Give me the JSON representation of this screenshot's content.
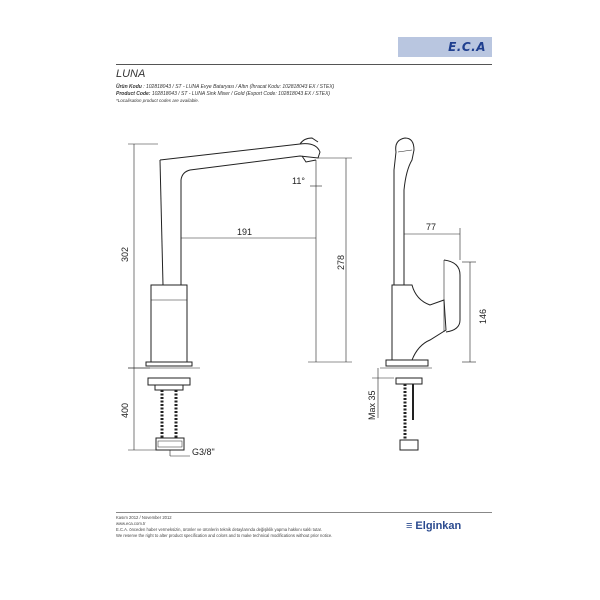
{
  "header": {
    "logo_text": "E.C.A",
    "product_name": "LUNA"
  },
  "product_info": {
    "line1_label": "Ürün Kodu",
    "line1_value": ": 102818043 / ST - LUNA Evye Bataryası / Altın (İhracat Kodu: 102818043 EX / STEX)",
    "line2_label": "Product Code:",
    "line2_value": "102818043 / ST - LUNA Sink Mixer / Gold (Export Code: 102818043 EX / STEX)",
    "line3": "*Localisation product codes are available."
  },
  "dimensions": {
    "spout_reach": "191",
    "total_height": "302",
    "spout_height": "278",
    "below_deck": "400",
    "thread": "G3/8\"",
    "angle": "11°",
    "handle_offset": "77",
    "handle_height": "146",
    "max_deck": "Max 35"
  },
  "footer": {
    "date": "Kasım 2012 / November 2012",
    "website": "www.eca.com.tr",
    "note_tr": "E.C.A. önceden haber vermeksizin, ürünler ve ürünlerin teknik detaylarında değişiklik yapma hakkını saklı tutar.",
    "note_en": "We reserve the right to alter product specification and colors and to make technical modifications without prior notice.",
    "company": "Elginkan"
  },
  "colors": {
    "logo_bg": "#b9c6e0",
    "logo_text": "#1f3f8f",
    "company": "#2a4a8f"
  }
}
